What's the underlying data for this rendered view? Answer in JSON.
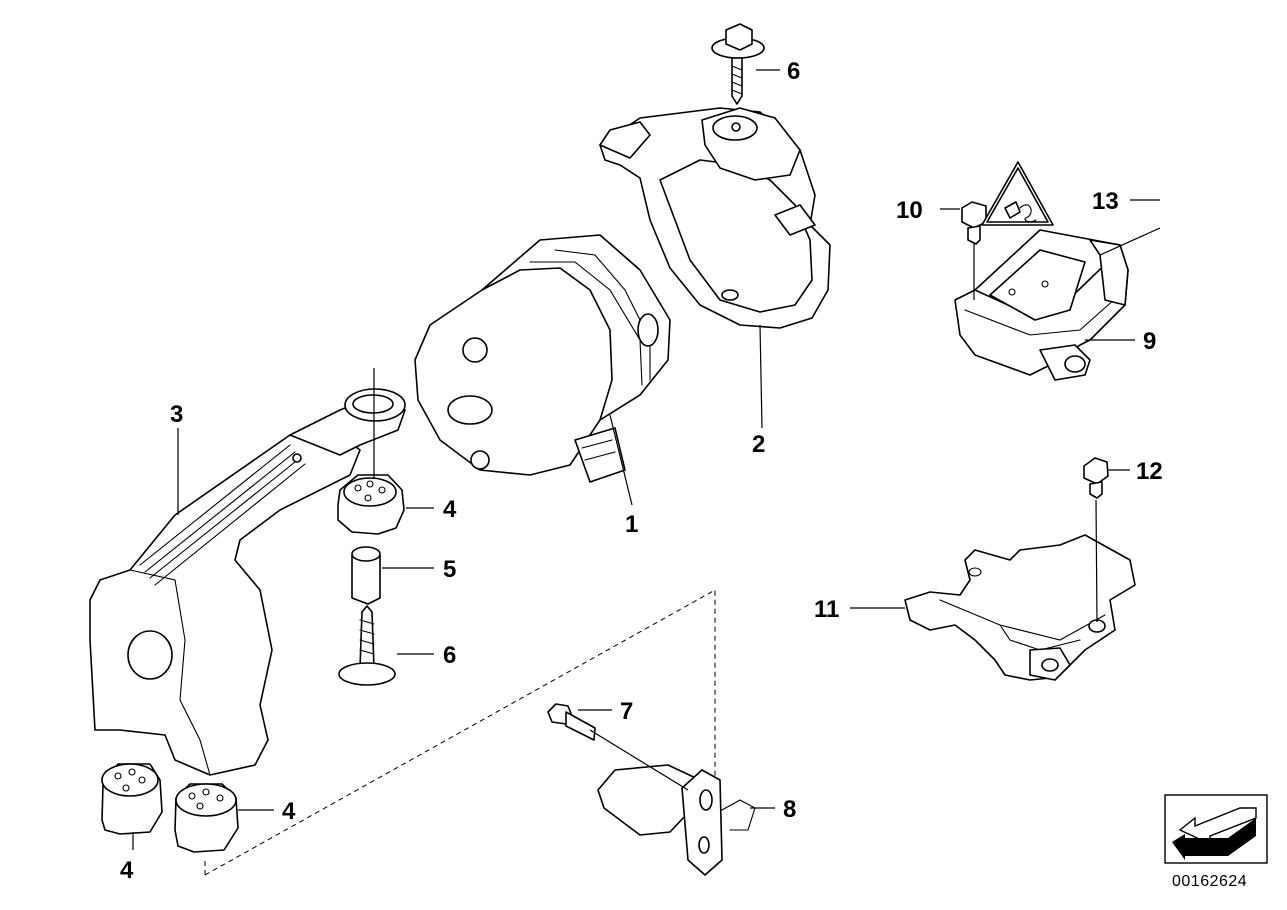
{
  "diagram": {
    "reference_number": "00162624",
    "callouts": [
      {
        "id": "c1",
        "label": "1"
      },
      {
        "id": "c2",
        "label": "2"
      },
      {
        "id": "c3",
        "label": "3"
      },
      {
        "id": "c4a",
        "label": "4"
      },
      {
        "id": "c4b",
        "label": "4"
      },
      {
        "id": "c4c",
        "label": "4"
      },
      {
        "id": "c5",
        "label": "5"
      },
      {
        "id": "c6a",
        "label": "6"
      },
      {
        "id": "c6b",
        "label": "6"
      },
      {
        "id": "c7",
        "label": "7"
      },
      {
        "id": "c8",
        "label": "8"
      },
      {
        "id": "c9",
        "label": "9"
      },
      {
        "id": "c10",
        "label": "10"
      },
      {
        "id": "c11",
        "label": "11"
      },
      {
        "id": "c12",
        "label": "12"
      },
      {
        "id": "c13",
        "label": "13"
      }
    ],
    "icons": [
      "bmw-corner-arrow-icon",
      "warning-triangle-icon"
    ]
  }
}
